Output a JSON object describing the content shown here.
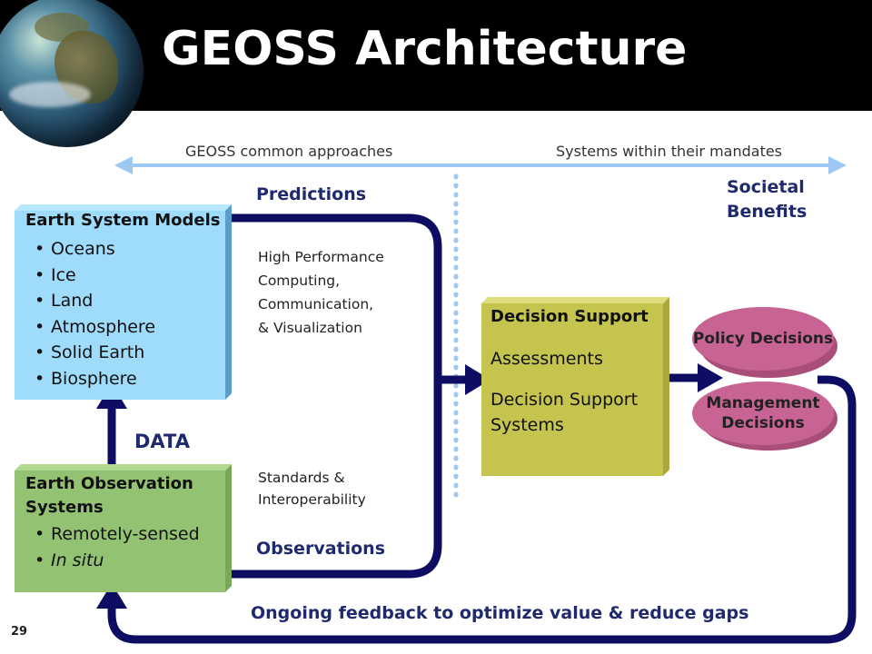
{
  "slide": {
    "title": "GEOSS Architecture",
    "page_number": "29"
  },
  "top_bar": {
    "left_label": "GEOSS common approaches",
    "right_label": "Systems within their mandates"
  },
  "societal_benefits": "Societal Benefits",
  "predictions_label": "Predictions",
  "observations_label": "Observations",
  "data_label": "DATA",
  "hpc_text": [
    "High Performance",
    "Computing,",
    "Communication,",
    "& Visualization"
  ],
  "standards_text": [
    "Standards &",
    "Interoperability"
  ],
  "models_box": {
    "title": "Earth System Models",
    "items": [
      "Oceans",
      "Ice",
      "Land",
      "Atmosphere",
      "Solid Earth",
      "Biosphere"
    ]
  },
  "observation_box": {
    "title": "Earth Observation Systems",
    "items": [
      "Remotely-sensed",
      "In situ"
    ]
  },
  "decision_box": {
    "title": "Decision Support",
    "line1": "Assessments",
    "line2": "Decision Support Systems"
  },
  "policy": "Policy Decisions",
  "management": "Management Decisions",
  "feedback": "Ongoing feedback to optimize value & reduce gaps",
  "colors": {
    "navy": "#0d0d63",
    "light_blue": "#9dc8f2",
    "model_box": "#9fdcfb",
    "obs_box": "#93c272",
    "decision_box": "#c5c44e",
    "ellipse": "#c86494"
  }
}
